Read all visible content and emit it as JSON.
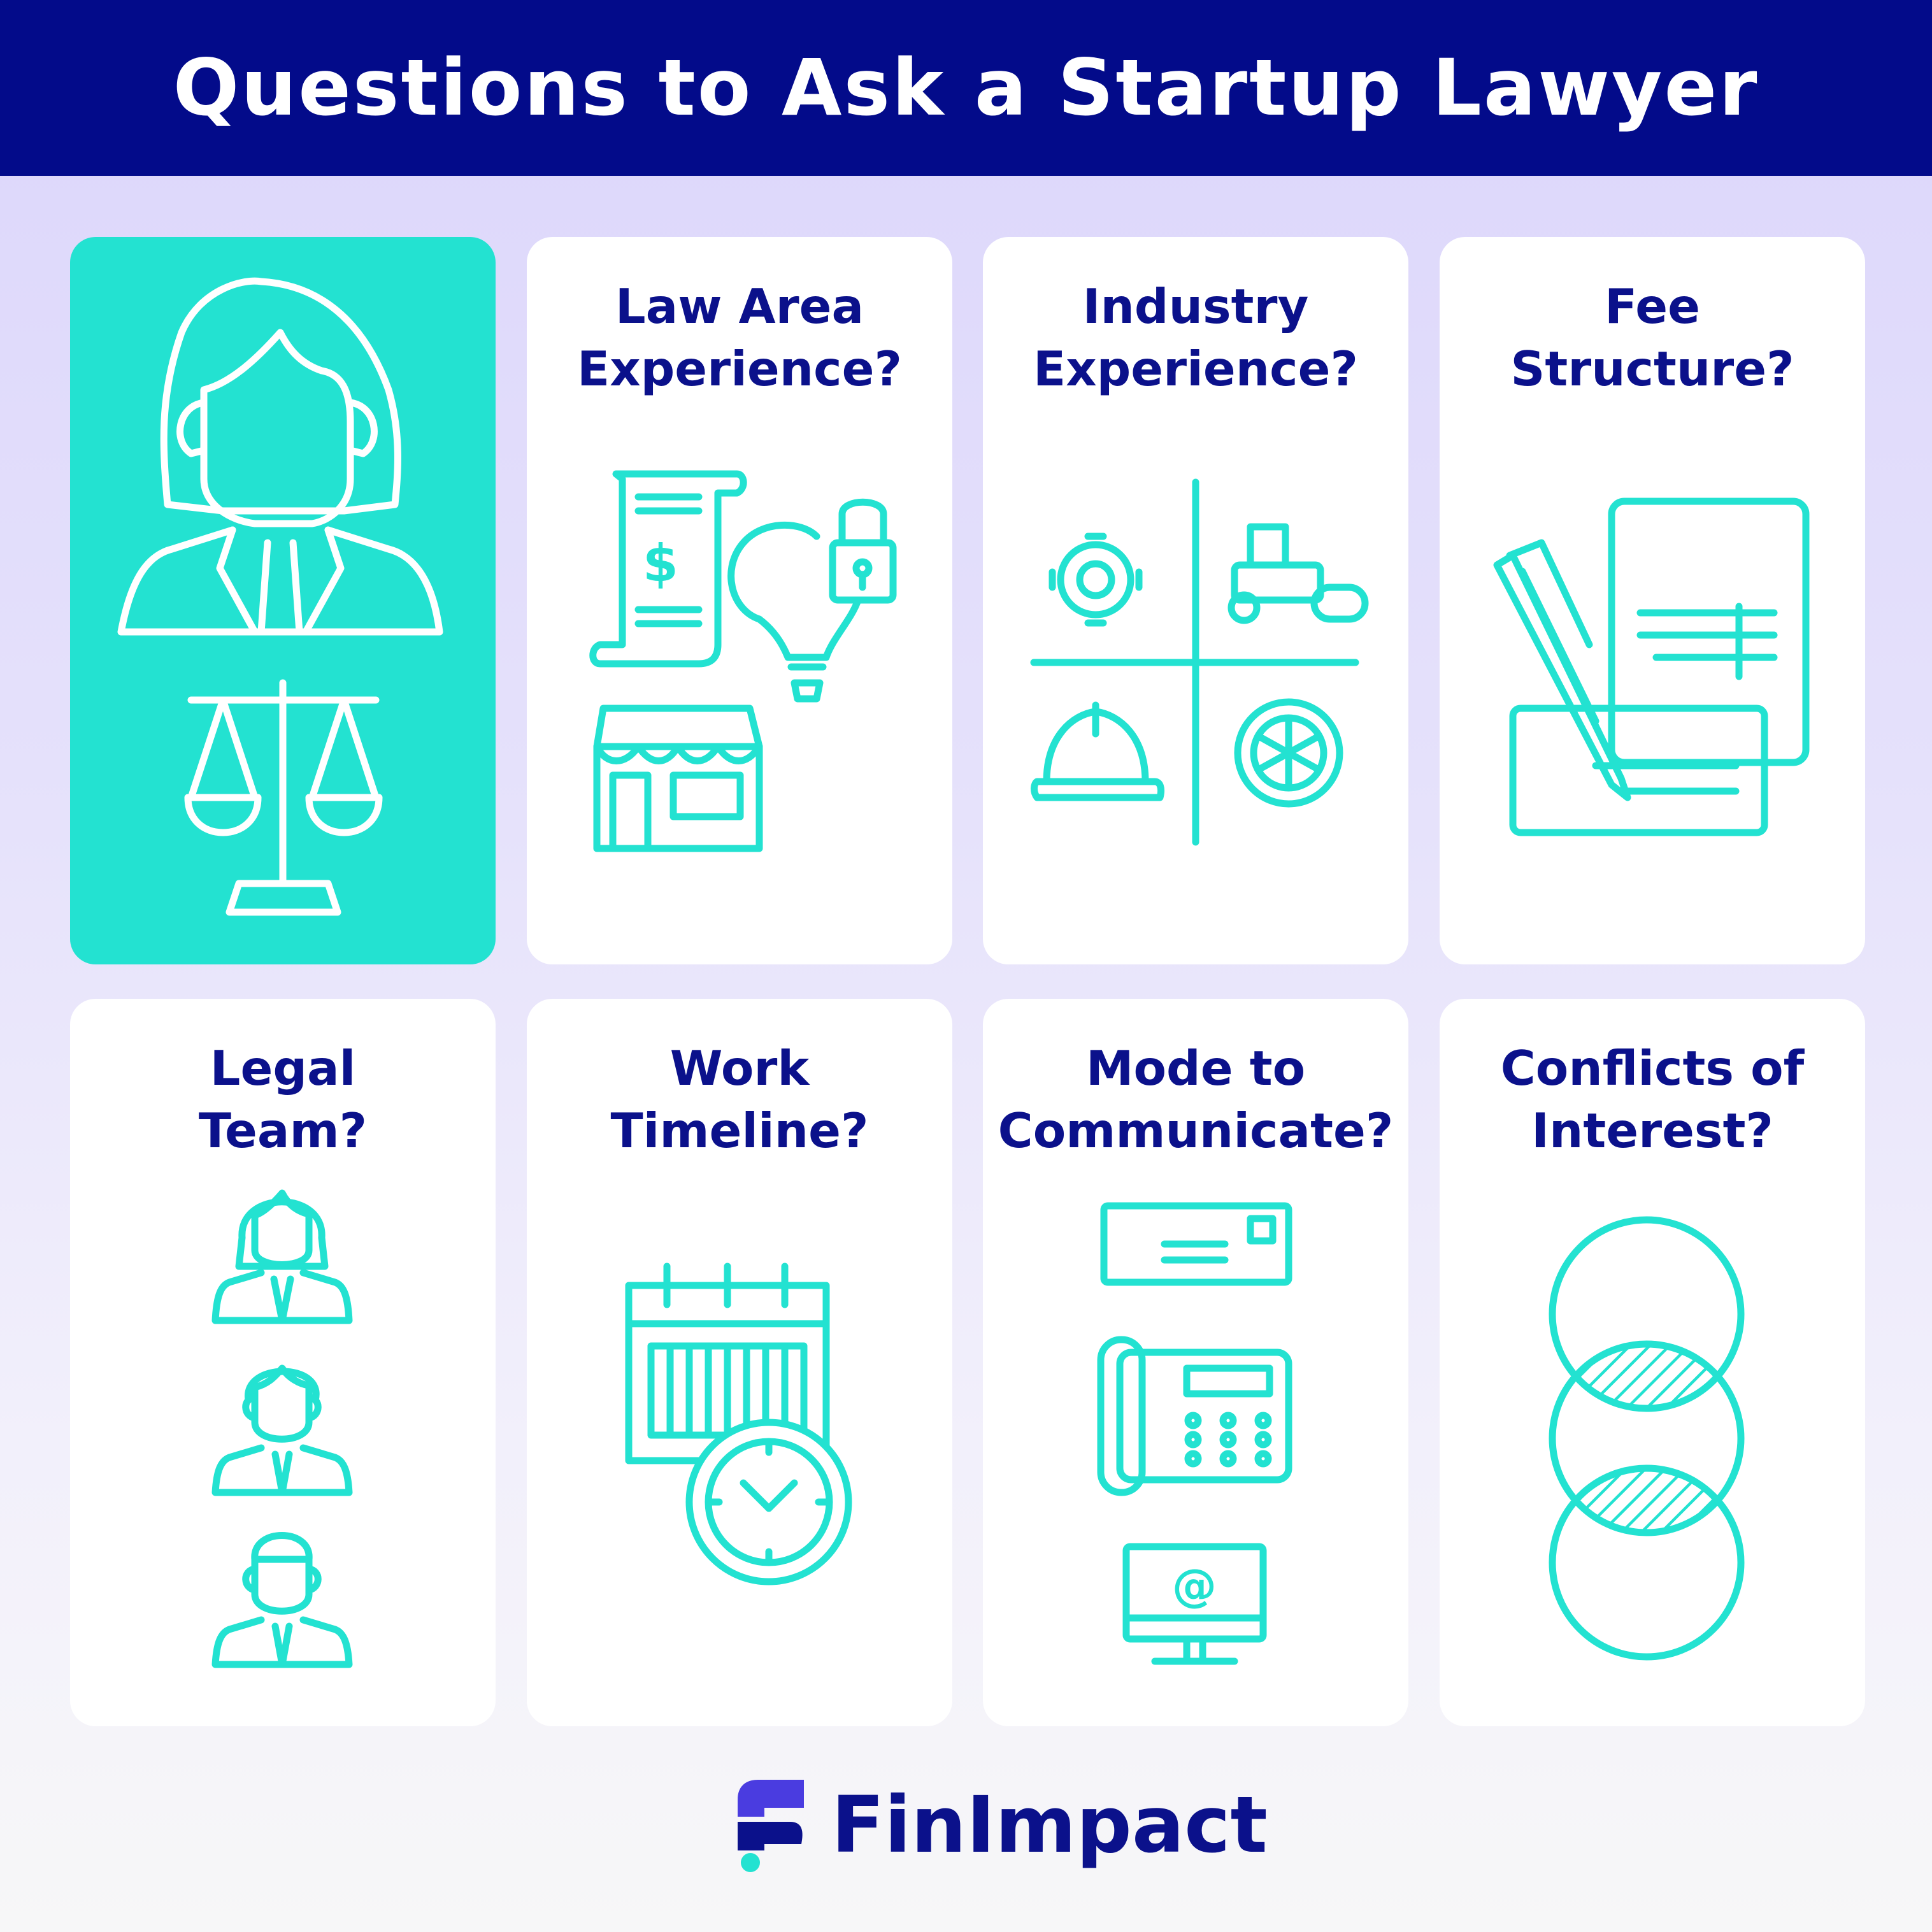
{
  "header": {
    "title": "Questions to Ask a Startup Lawyer"
  },
  "cards": [
    {
      "title": "Law Area\nExperience?"
    },
    {
      "title": "Industry\nExperience?"
    },
    {
      "title": "Fee\nStructure?"
    },
    {
      "title": "Legal\nTeam?"
    },
    {
      "title": "Work\nTimeline?"
    },
    {
      "title": "Mode to\nCommunicate?"
    },
    {
      "title": "Conflicts of\nInterest?"
    }
  ],
  "icons": {
    "hero": [
      "lawyer-icon",
      "scales-of-justice-icon"
    ],
    "law_area": [
      "receipt-icon",
      "lightbulb-lock-icon",
      "storefront-icon"
    ],
    "industry": [
      "gear-icon",
      "road-roller-icon",
      "hard-hat-icon",
      "citrus-slice-icon"
    ],
    "fee": [
      "document-icon",
      "pen-icon",
      "check-icon"
    ],
    "team": [
      "woman-person-icon",
      "woman-person-icon",
      "man-person-icon"
    ],
    "timeline": [
      "calendar-icon",
      "clock-icon"
    ],
    "communicate": [
      "envelope-icon",
      "desk-phone-icon",
      "computer-email-icon"
    ],
    "conflicts": [
      "overlapping-circles-icon"
    ]
  },
  "glyphs": {
    "dollar": "$",
    "at": "@"
  },
  "colors": {
    "banner": "#030b8a",
    "accent": "#23e2d1",
    "title_text": "#0b118b",
    "logo_top": "#4a3ce0"
  },
  "logo": {
    "name": "FinImpact"
  }
}
